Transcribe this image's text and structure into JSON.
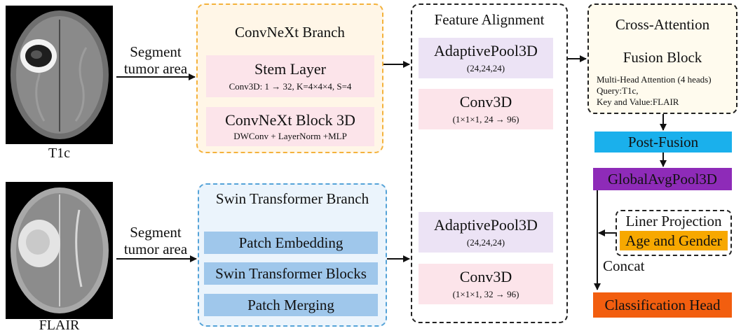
{
  "inputs": {
    "t1c_caption": "T1c",
    "flair_caption": "FLAIR",
    "segment_label_top": "Segment\ntumor area",
    "segment_label_bottom": "Segment\ntumor area"
  },
  "convnext": {
    "title": "ConvNeXt Branch",
    "stem_title": "Stem Layer",
    "stem_detail": "Conv3D: 1 → 32, K=4×4×4, S=4",
    "block_title": "ConvNeXt Block 3D",
    "block_detail": "DWConv + LayerNorm +MLP"
  },
  "swin": {
    "title": "Swin Transformer Branch",
    "patch_embedding": "Patch Embedding",
    "swin_blocks": "Swin Transformer Blocks",
    "patch_merging": "Patch Merging"
  },
  "alignment": {
    "title": "Feature Alignment",
    "pool_top_title": "AdaptivePool3D",
    "pool_top_detail": "(24,24,24)",
    "conv_top_title": "Conv3D",
    "conv_top_detail": "(1×1×1, 24 → 96)",
    "pool_bottom_title": "AdaptivePool3D",
    "pool_bottom_detail": "(24,24,24)",
    "conv_bottom_title": "Conv3D",
    "conv_bottom_detail": "(1×1×1, 32 → 96)"
  },
  "fusion": {
    "title_line1": "Cross-Attention",
    "title_line2": "Fusion Block",
    "detail_line1": "Multi-Head Attention (4 heads)",
    "detail_line2": "Query:T1c,",
    "detail_line3": "Key and Value:FLAIR",
    "post_fusion": "Post-Fusion",
    "global_pool": "GlobalAvgPool3D",
    "liner_projection": "Liner Projection",
    "age_gender": "Age and Gender",
    "concat": "Concat",
    "classification_head": "Classification Head"
  },
  "colors": {
    "orange_border": "#f4b23c",
    "blue_border": "#55a3d8",
    "post_fusion": "#1ab0ec",
    "global_pool": "#8e2bb8",
    "age_gender": "#f7a800",
    "classification_head": "#f25e0f"
  }
}
